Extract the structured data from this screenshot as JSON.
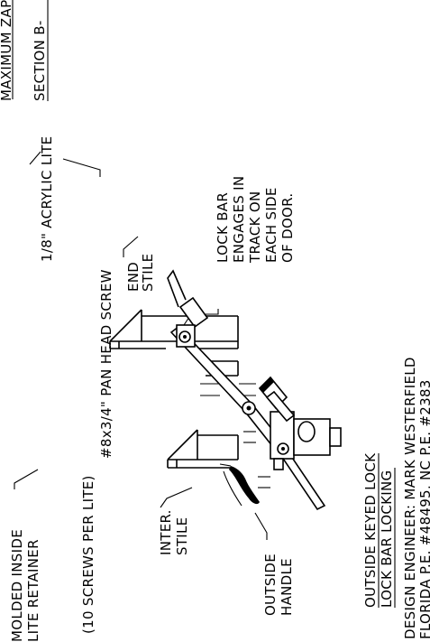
{
  "labels": {
    "molded_retainer_1": "MOLDED INSIDE",
    "molded_retainer_2": "LITE RETAINER",
    "screws_per_lite": "(10 SCREWS PER LITE)",
    "acrylic_lite": "1/8\" ACRYLIC LITE",
    "pan_head_screw": "#8x3/4\" PAN HEAD SCREW",
    "section_top": "MAXIMUM ZAP",
    "section": "SECTION B-",
    "end_stile_1": "END",
    "end_stile_2": "STILE",
    "lock_bar_1": "LOCK BAR",
    "lock_bar_2": "ENGAGES IN",
    "lock_bar_3": "TRACK ON",
    "lock_bar_4": "EACH SIDE",
    "lock_bar_5": "OF DOOR.",
    "inter_stile_1": "INTER.",
    "inter_stile_2": "STILE",
    "outside_handle_1": "OUTSIDE",
    "outside_handle_2": "HANDLE",
    "title_1": "OUTSIDE KEYED LOCK",
    "title_2": "LOCK BAR LOCKING",
    "engineer_1": "DESIGN ENGINEER: MARK WESTERFIELD",
    "engineer_2": "FLORIDA P.E. #48495, NC P.E. #2383"
  },
  "colors": {
    "ink": "#000000",
    "paper": "#ffffff"
  }
}
